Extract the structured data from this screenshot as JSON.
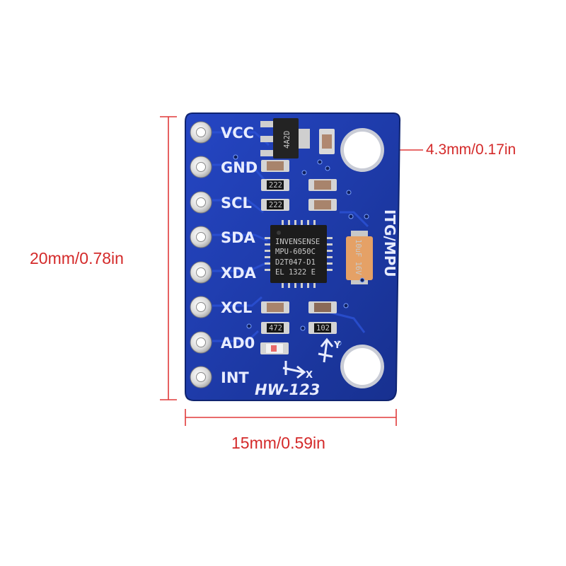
{
  "dimensions": {
    "height_label": "20mm/0.78in",
    "width_label": "15mm/0.59in",
    "hole_label": "4.3mm/0.17in",
    "line_color": "#e03a3a"
  },
  "board": {
    "pcb_color": "#1f3fb5",
    "model": "HW-123",
    "side_label": "ITG/MPU",
    "pins": [
      "VCC",
      "GND",
      "SCL",
      "SDA",
      "XDA",
      "XCL",
      "AD0",
      "INT"
    ],
    "chip_lines": [
      "INVENSENSE",
      "MPU-6050C",
      "D2T047-D1",
      "EL 1322 E"
    ],
    "regulator_marking": "4A2D",
    "resistor_codes": [
      "222",
      "222",
      "472",
      "102"
    ],
    "capacitor_marking": "10uF 16V",
    "axis_x": "X",
    "axis_y": "Y"
  }
}
